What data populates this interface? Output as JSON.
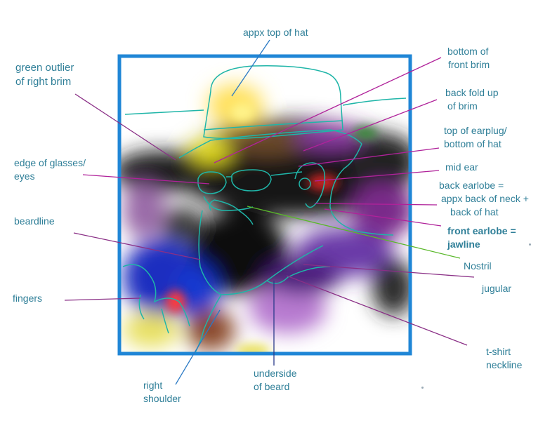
{
  "diagram": {
    "labels": {
      "top_of_hat": [
        "appx top of hat"
      ],
      "green_outlier": [
        "green outlier",
        "of right brim"
      ],
      "bottom_front_brim": [
        "bottom of",
        "front brim"
      ],
      "back_fold": [
        "back fold up",
        "of brim"
      ],
      "top_earplug": [
        "top of earplug/",
        "bottom of hat"
      ],
      "edge_glasses": [
        "edge of glasses/",
        "eyes"
      ],
      "mid_ear": [
        "mid ear"
      ],
      "back_earlobe": [
        "back earlobe =",
        "appx back of neck +",
        "back of hat"
      ],
      "beardline": [
        "beardline"
      ],
      "front_earlobe": [
        "front earlobe =",
        "jawline"
      ],
      "nostril": [
        "Nostril"
      ],
      "fingers": [
        "fingers"
      ],
      "jugular": [
        "jugular"
      ],
      "underside_beard": [
        "underside",
        "of beard"
      ],
      "tshirt": [
        "t-shirt",
        "neckline"
      ],
      "right_shoulder": [
        "right",
        "shoulder"
      ]
    },
    "colors": {
      "label_text": "#2f7f98",
      "frame": "#1f86d6",
      "outline": "#1fb5a8",
      "leader_magenta": "#b0229a",
      "leader_purple": "#8a2f86",
      "leader_green": "#5ab82a",
      "leader_blue": "#2a79c4"
    }
  }
}
